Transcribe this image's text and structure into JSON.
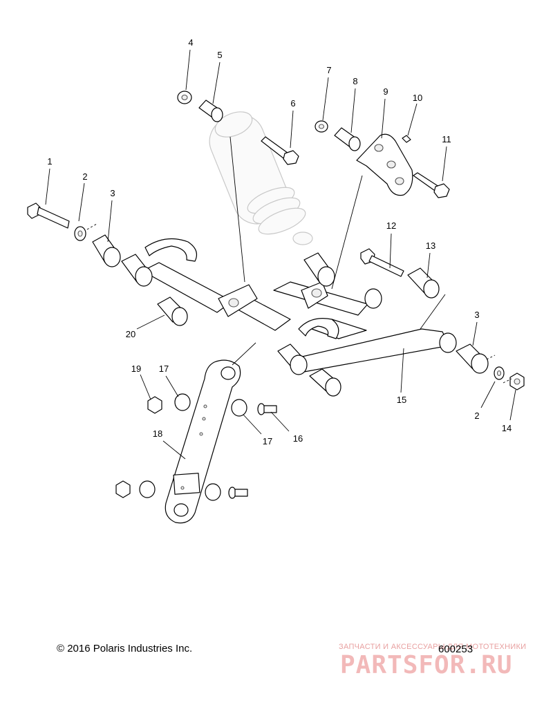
{
  "callouts": [
    {
      "num": "1"
    },
    {
      "num": "2"
    },
    {
      "num": "3"
    },
    {
      "num": "4"
    },
    {
      "num": "5"
    },
    {
      "num": "6"
    },
    {
      "num": "7"
    },
    {
      "num": "8"
    },
    {
      "num": "9"
    },
    {
      "num": "10"
    },
    {
      "num": "11"
    },
    {
      "num": "12"
    },
    {
      "num": "13"
    },
    {
      "num": "3"
    },
    {
      "num": "15"
    },
    {
      "num": "2"
    },
    {
      "num": "14"
    },
    {
      "num": "20"
    },
    {
      "num": "19"
    },
    {
      "num": "17"
    },
    {
      "num": "17"
    },
    {
      "num": "16"
    },
    {
      "num": "18"
    }
  ],
  "footer": {
    "copyright": "© 2016 Polaris Industries Inc.",
    "doc_number": "600253"
  },
  "watermark": {
    "tagline": "ЗАПЧАСТИ И АКСЕССУАРЫ ДЛЯ МОТОТЕХНИКИ",
    "logo": "PARTSFOR.RU"
  }
}
